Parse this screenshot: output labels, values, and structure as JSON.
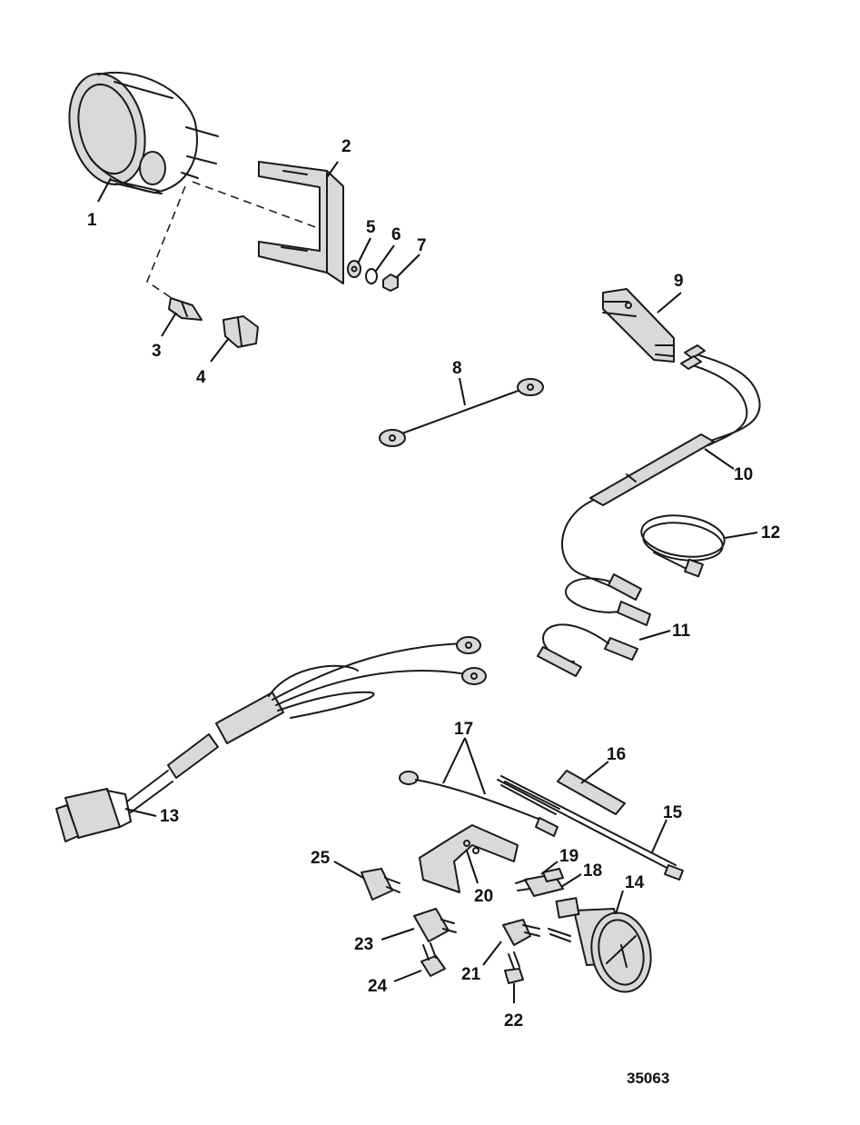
{
  "callouts": [
    {
      "label": "1"
    },
    {
      "label": "2"
    },
    {
      "label": "3"
    },
    {
      "label": "4"
    },
    {
      "label": "5"
    },
    {
      "label": "6"
    },
    {
      "label": "7"
    },
    {
      "label": "8"
    },
    {
      "label": "9"
    },
    {
      "label": "10"
    },
    {
      "label": "11"
    },
    {
      "label": "12"
    },
    {
      "label": "13"
    },
    {
      "label": "14"
    },
    {
      "label": "15"
    },
    {
      "label": "16"
    },
    {
      "label": "17"
    },
    {
      "label": "18"
    },
    {
      "label": "19"
    },
    {
      "label": "20"
    },
    {
      "label": "21"
    },
    {
      "label": "22"
    },
    {
      "label": "23"
    },
    {
      "label": "24"
    },
    {
      "label": "25"
    }
  ],
  "figure_number": "35063",
  "colors": {
    "line": "#1a1a1a",
    "background": "#ffffff",
    "shade": "#d9d9d9"
  }
}
